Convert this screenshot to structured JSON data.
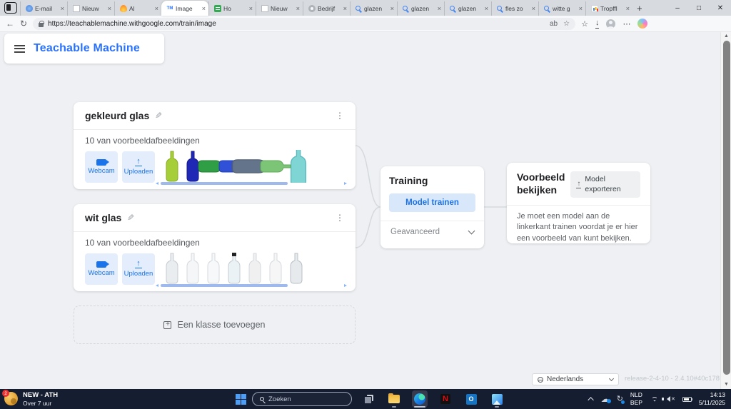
{
  "colors": {
    "accent": "#1a73e8",
    "brand": "#2970ff",
    "scrollbar_blue": "#9db9ee",
    "taskbar_bg": "#151d30"
  },
  "browser": {
    "tabs": [
      {
        "label": "E-mail",
        "icon": "mail",
        "active": false
      },
      {
        "label": "Nieuw",
        "icon": "doc",
        "active": false
      },
      {
        "label": "Al",
        "icon": "fire",
        "active": false
      },
      {
        "label": "Image",
        "icon": "tm",
        "active": true
      },
      {
        "label": "Ho",
        "icon": "sheet",
        "active": false
      },
      {
        "label": "Nieuw",
        "icon": "doc",
        "active": false
      },
      {
        "label": "Bedrijf",
        "icon": "gear",
        "active": false
      },
      {
        "label": "glazen",
        "icon": "search",
        "active": false
      },
      {
        "label": "glazen",
        "icon": "search",
        "active": false
      },
      {
        "label": "glazen",
        "icon": "search",
        "active": false
      },
      {
        "label": "fles zo",
        "icon": "search",
        "active": false
      },
      {
        "label": "witte g",
        "icon": "search",
        "active": false
      },
      {
        "label": "Tropffl",
        "icon": "chart",
        "active": false
      }
    ],
    "new_tab_label": "+",
    "minimize": "–",
    "maximize": "□",
    "close": "✕",
    "url": "https://teachablemachine.withgoogle.com/train/image",
    "translate_label": "ab",
    "more_label": "⋯",
    "star_label": "☆",
    "hub_label": "☆"
  },
  "app": {
    "title": "Teachable Machine"
  },
  "classes": [
    {
      "name": "gekleurd glas",
      "count_label": "10 van voorbeeldafbeeldingen",
      "webcam_label": "Webcam",
      "upload_label": "Uploaden",
      "samples": [
        {
          "color": "#a6ce39",
          "stroke": "#8aae22",
          "orient": "up"
        },
        {
          "color": "#1f27b5",
          "stroke": "#151a8c",
          "orient": "up"
        },
        {
          "color": "#2f9e44",
          "stroke": "#237c33",
          "orient": "side"
        },
        {
          "color": "#3050d8",
          "stroke": "#2440b0",
          "orient": "side"
        },
        {
          "color": "#64748b",
          "stroke": "#505d70",
          "orient": "side",
          "wide": true
        },
        {
          "color": "#7cc576",
          "stroke": "#5fa85a",
          "orient": "side"
        },
        {
          "color": "#7fd4d4",
          "stroke": "#5bb8bc",
          "orient": "up",
          "partial": true
        }
      ]
    },
    {
      "name": "wit glas",
      "count_label": "10 van voorbeeldafbeeldingen",
      "webcam_label": "Webcam",
      "upload_label": "Uploaden",
      "samples": [
        {
          "color": "#e9edf0",
          "stroke": "#c6ccd2",
          "orient": "up"
        },
        {
          "color": "#f4f6f7",
          "stroke": "#d5dadf",
          "orient": "up"
        },
        {
          "color": "#f7f8f9",
          "stroke": "#d5dadf",
          "orient": "up"
        },
        {
          "color": "#eaf2f6",
          "stroke": "#c6ccd2",
          "orient": "up",
          "cap": true
        },
        {
          "color": "#f0f0f0",
          "stroke": "#d5dadf",
          "orient": "up"
        },
        {
          "color": "#f6f6f6",
          "stroke": "#d5dadf",
          "orient": "up"
        },
        {
          "color": "#e7eaed",
          "stroke": "#b9c0c7",
          "orient": "up"
        }
      ]
    }
  ],
  "training": {
    "title": "Training",
    "train_button": "Model trainen",
    "advanced_label": "Geavanceerd"
  },
  "preview": {
    "title": "Voorbeeld bekijken",
    "export_button": "Model exporteren",
    "body": "Je moet een model aan de linkerkant trainen voordat je er hier een voorbeeld van kunt bekijken."
  },
  "add_class": {
    "label": "Een klasse toevoegen"
  },
  "footer": {
    "language": "Nederlands",
    "release": "release-2-4-10 - 2.4.10#40c178"
  },
  "taskbar": {
    "left_title": "NEW - ATH",
    "left_subtitle": "Over 7 uur",
    "badge": "2",
    "search_placeholder": "Zoeken",
    "apps": [
      {
        "name": "task-view",
        "state": ""
      },
      {
        "name": "file-explorer",
        "state": "open"
      },
      {
        "name": "edge",
        "state": "active"
      },
      {
        "name": "netflix",
        "state": ""
      },
      {
        "name": "outlook",
        "state": ""
      },
      {
        "name": "photos",
        "state": "open"
      }
    ],
    "lang_top": "NLD",
    "lang_bottom": "BEP",
    "time": "14:13",
    "date": "5/11/2025"
  }
}
